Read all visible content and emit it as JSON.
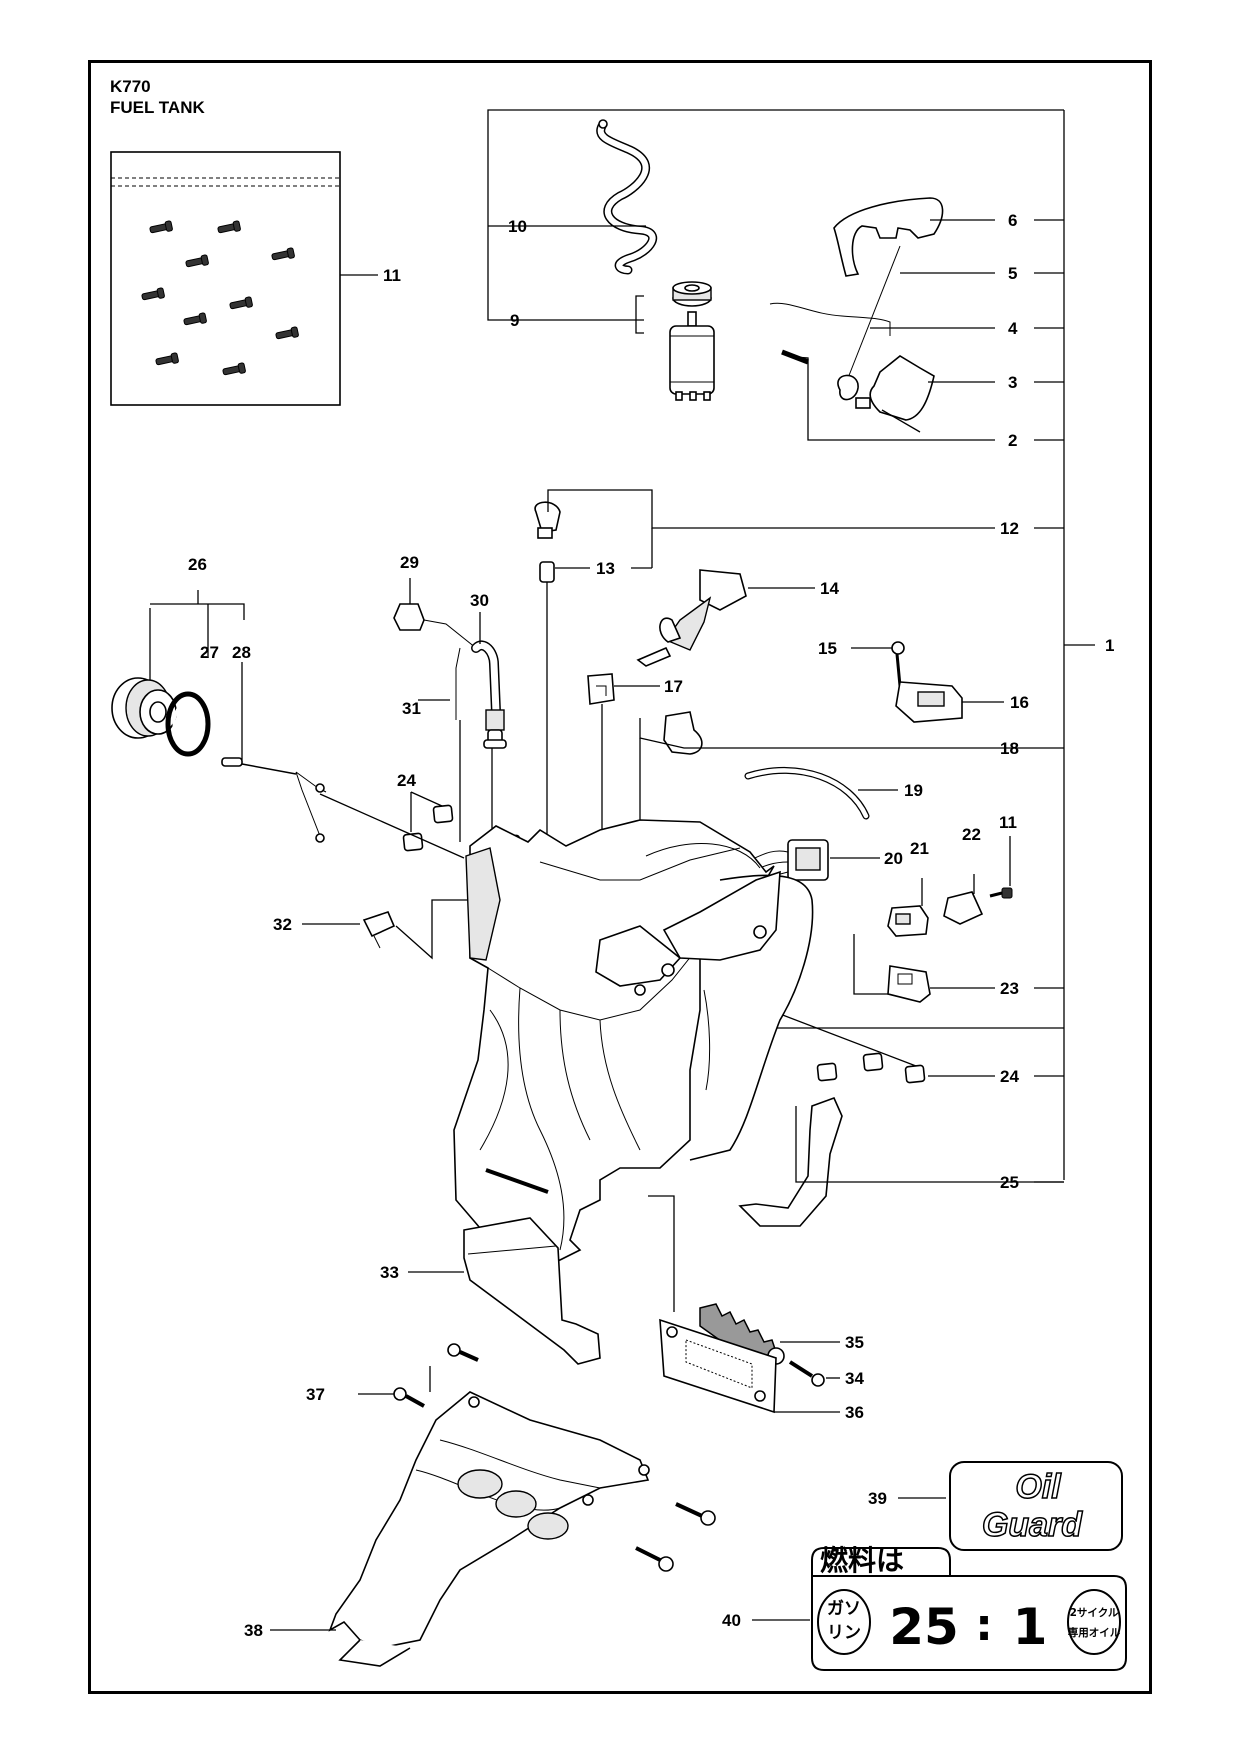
{
  "header": {
    "model": "K770",
    "section_title": "FUEL TANK"
  },
  "callouts": {
    "c1": "1",
    "c2": "2",
    "c3": "3",
    "c4": "4",
    "c5": "5",
    "c6": "6",
    "c9": "9",
    "c10": "10",
    "c11": "11",
    "c11b": "11",
    "c12": "12",
    "c13": "13",
    "c14": "14",
    "c15": "15",
    "c16": "16",
    "c17": "17",
    "c18": "18",
    "c19": "19",
    "c20": "20",
    "c21": "21",
    "c22": "22",
    "c23": "23",
    "c24a": "24",
    "c24b": "24",
    "c25": "25",
    "c26": "26",
    "c27": "27",
    "c28": "28",
    "c29": "29",
    "c30": "30",
    "c31": "31",
    "c32": "32",
    "c33": "33",
    "c34": "34",
    "c35": "35",
    "c36": "36",
    "c37": "37",
    "c38": "38",
    "c39": "39",
    "c40": "40"
  },
  "labels": {
    "oil_line1": "Oil",
    "oil_line2": "Guard",
    "fuel_heading": "燃料は",
    "gasoline_top": "ガソ",
    "gasoline_bottom": "リン",
    "ratio_left": "25",
    "ratio_sep": ":",
    "ratio_right": "1",
    "oil_type_top": "2サイクル",
    "oil_type_bottom": "専用オイル"
  }
}
